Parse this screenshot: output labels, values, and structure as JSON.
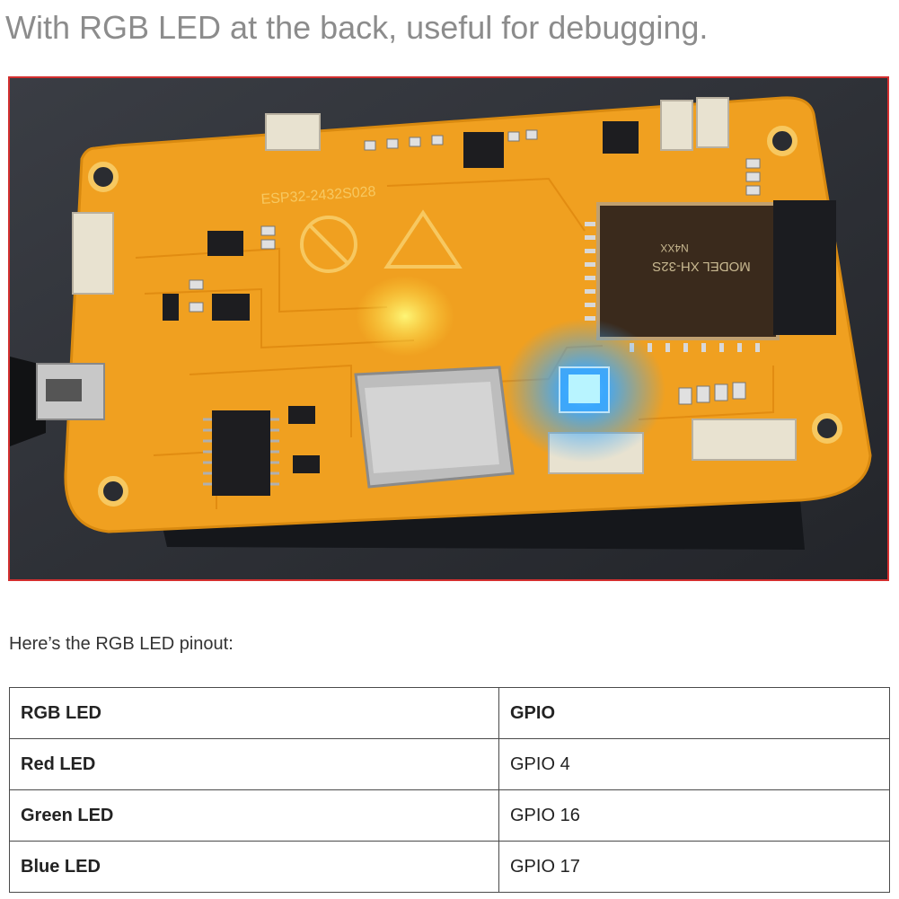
{
  "headline": "With RGB LED at the back, useful for debugging.",
  "photo": {
    "board_silkscreen": "ESP32-2432S028",
    "module_label_1": "MODEL XH-32S",
    "module_label_2": "N4XX",
    "colors": {
      "frame": "#d32f2f",
      "background": "#2e3138",
      "pcb": "#f0a020",
      "pcb_edge": "#d98a10",
      "led_glow": "#3aa8ff"
    }
  },
  "lead_text": "Here’s the RGB LED pinout:",
  "table": {
    "headers": [
      "RGB LED",
      "GPIO"
    ],
    "rows": [
      [
        "Red LED",
        "GPIO 4"
      ],
      [
        "Green LED",
        "GPIO 16"
      ],
      [
        "Blue LED",
        "GPIO 17"
      ]
    ]
  }
}
